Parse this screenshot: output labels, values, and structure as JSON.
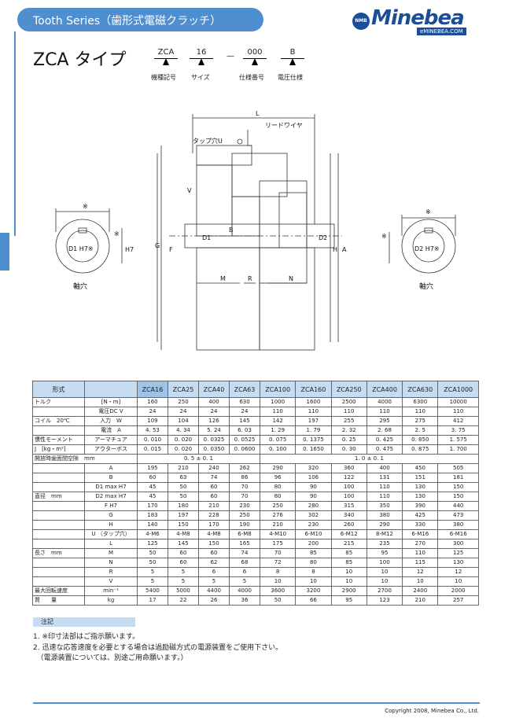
{
  "header": {
    "series_title": "Tooth Series（歯形式電磁クラッチ）"
  },
  "logo": {
    "badge": "NMB",
    "name": "Minebea",
    "url": "eMINEBEA.COM"
  },
  "model": {
    "title": "ZCA タイプ",
    "codes": [
      {
        "value": "ZCA",
        "label": "機種記号"
      },
      {
        "value": "16",
        "label": "サイズ"
      },
      {
        "value": "000",
        "label": "仕様番号"
      },
      {
        "value": "B",
        "label": "電圧仕様"
      }
    ],
    "separator": "—"
  },
  "drawing": {
    "dim_L": "L",
    "lead_wire": "リードワイヤ",
    "tap_hole": "タップ穴U",
    "dim_V": "V",
    "dim_G": "G",
    "dim_F": "F",
    "dim_H7a": "H7",
    "dim_D1": "D1",
    "dim_B": "B",
    "dim_D2": "D2",
    "dim_H": "H",
    "dim_A": "A",
    "dim_M": "M",
    "dim_R": "R",
    "dim_N": "N",
    "shaft_hole_left": "軸穴",
    "shaft_hole_right": "軸穴",
    "mark": "※",
    "left_bore": "D1 H7※",
    "right_bore": "D2 H7※"
  },
  "table": {
    "header": [
      "形式",
      "",
      "ZCA16",
      "ZCA25",
      "ZCA40",
      "ZCA63",
      "ZCA100",
      "ZCA160",
      "ZCA250",
      "ZCA400",
      "ZCA630",
      "ZCA1000"
    ],
    "rows": [
      [
        "トルク",
        "[N・m]",
        "160",
        "250",
        "400",
        "630",
        "1000",
        "1600",
        "2500",
        "4000",
        "6300",
        "10000"
      ],
      [
        "",
        "電圧DC V",
        "24",
        "24",
        "24",
        "24",
        "110",
        "110",
        "110",
        "110",
        "110",
        "110"
      ],
      [
        "コイル　20℃",
        "入力　W",
        "109",
        "104",
        "126",
        "145",
        "142",
        "197",
        "255",
        "295",
        "275",
        "412"
      ],
      [
        "",
        "電流　A",
        "4. 53",
        "4. 34",
        "5. 24",
        "6. 03",
        "1. 29",
        "1. 79",
        "2. 32",
        "2. 68",
        "2. 5",
        "3. 75"
      ],
      [
        "慣性モーメント",
        "アーマチュア",
        "0. 010",
        "0. 020",
        "0. 0325",
        "0. 0525",
        "0. 075",
        "0. 1375",
        "0. 25",
        "0. 425",
        "0. 850",
        "1. 575"
      ],
      [
        "J　[kg・m²]",
        "アウターボス",
        "0. 015",
        "0. 020",
        "0. 0350",
        "0. 0600",
        "0. 100",
        "0. 1650",
        "0. 30",
        "0. 475",
        "0. 875",
        "1. 700"
      ]
    ],
    "gap_row": {
      "label": "開放時歯面間空隙　mm",
      "left": "0. 5 ± 0. 1",
      "right": "1. 0 ± 0. 1"
    },
    "diameter_group": "直径　mm",
    "diameter_rows": [
      [
        "A",
        "195",
        "210",
        "240",
        "262",
        "290",
        "320",
        "360",
        "400",
        "450",
        "505"
      ],
      [
        "B",
        "60",
        "63",
        "74",
        "86",
        "96",
        "106",
        "122",
        "131",
        "151",
        "181"
      ],
      [
        "D1 max H7",
        "45",
        "50",
        "60",
        "70",
        "80",
        "90",
        "100",
        "110",
        "130",
        "150"
      ],
      [
        "D2 max H7",
        "45",
        "50",
        "60",
        "70",
        "80",
        "90",
        "100",
        "110",
        "130",
        "150"
      ],
      [
        "F H7",
        "170",
        "180",
        "210",
        "230",
        "250",
        "280",
        "315",
        "350",
        "390",
        "440"
      ],
      [
        "G",
        "183",
        "197",
        "228",
        "250",
        "276",
        "302",
        "340",
        "380",
        "425",
        "473"
      ],
      [
        "H",
        "140",
        "150",
        "170",
        "190",
        "210",
        "230",
        "260",
        "290",
        "330",
        "380"
      ],
      [
        "U （タップ穴）",
        "4-M6",
        "4-M8",
        "4-M8",
        "6-M8",
        "4-M10",
        "6-M10",
        "6-M12",
        "8-M12",
        "6-M16",
        "6-M16"
      ]
    ],
    "length_group": "長さ　mm",
    "length_rows": [
      [
        "L",
        "125",
        "145",
        "150",
        "165",
        "175",
        "200",
        "215",
        "235",
        "270",
        "300"
      ],
      [
        "M",
        "50",
        "60",
        "60",
        "74",
        "70",
        "85",
        "85",
        "95",
        "110",
        "125"
      ],
      [
        "N",
        "50",
        "60",
        "62",
        "68",
        "72",
        "80",
        "85",
        "100",
        "115",
        "130"
      ],
      [
        "R",
        "5",
        "5",
        "6",
        "6",
        "8",
        "8",
        "10",
        "10",
        "12",
        "12"
      ],
      [
        "V",
        "5",
        "5",
        "5",
        "5",
        "10",
        "10",
        "10",
        "10",
        "10",
        "10"
      ]
    ],
    "tail_rows": [
      [
        "最大回転速度",
        "min⁻¹",
        "5400",
        "5000",
        "4400",
        "4000",
        "3600",
        "3200",
        "2900",
        "2700",
        "2400",
        "2000"
      ],
      [
        "質　　量",
        "kg",
        "17",
        "22",
        "26",
        "36",
        "50",
        "66",
        "95",
        "123",
        "210",
        "257"
      ]
    ]
  },
  "notes": {
    "label": "注記",
    "items": [
      "1. ※印寸法部はご指示願います。",
      "2. 迅速な応答速度を必要とする場合は過励磁方式の電源装置をご使用下さい。",
      "　（電源装置については、別途ご用命願います。）"
    ]
  },
  "footer": {
    "copyright": "Copyright 2008, Minebea Co., Ltd."
  },
  "colors": {
    "accent": "#4f8fcf",
    "header_cell": "#c6dcf2",
    "highlight": "#9fc3e7",
    "brand": "#1b4e97"
  }
}
